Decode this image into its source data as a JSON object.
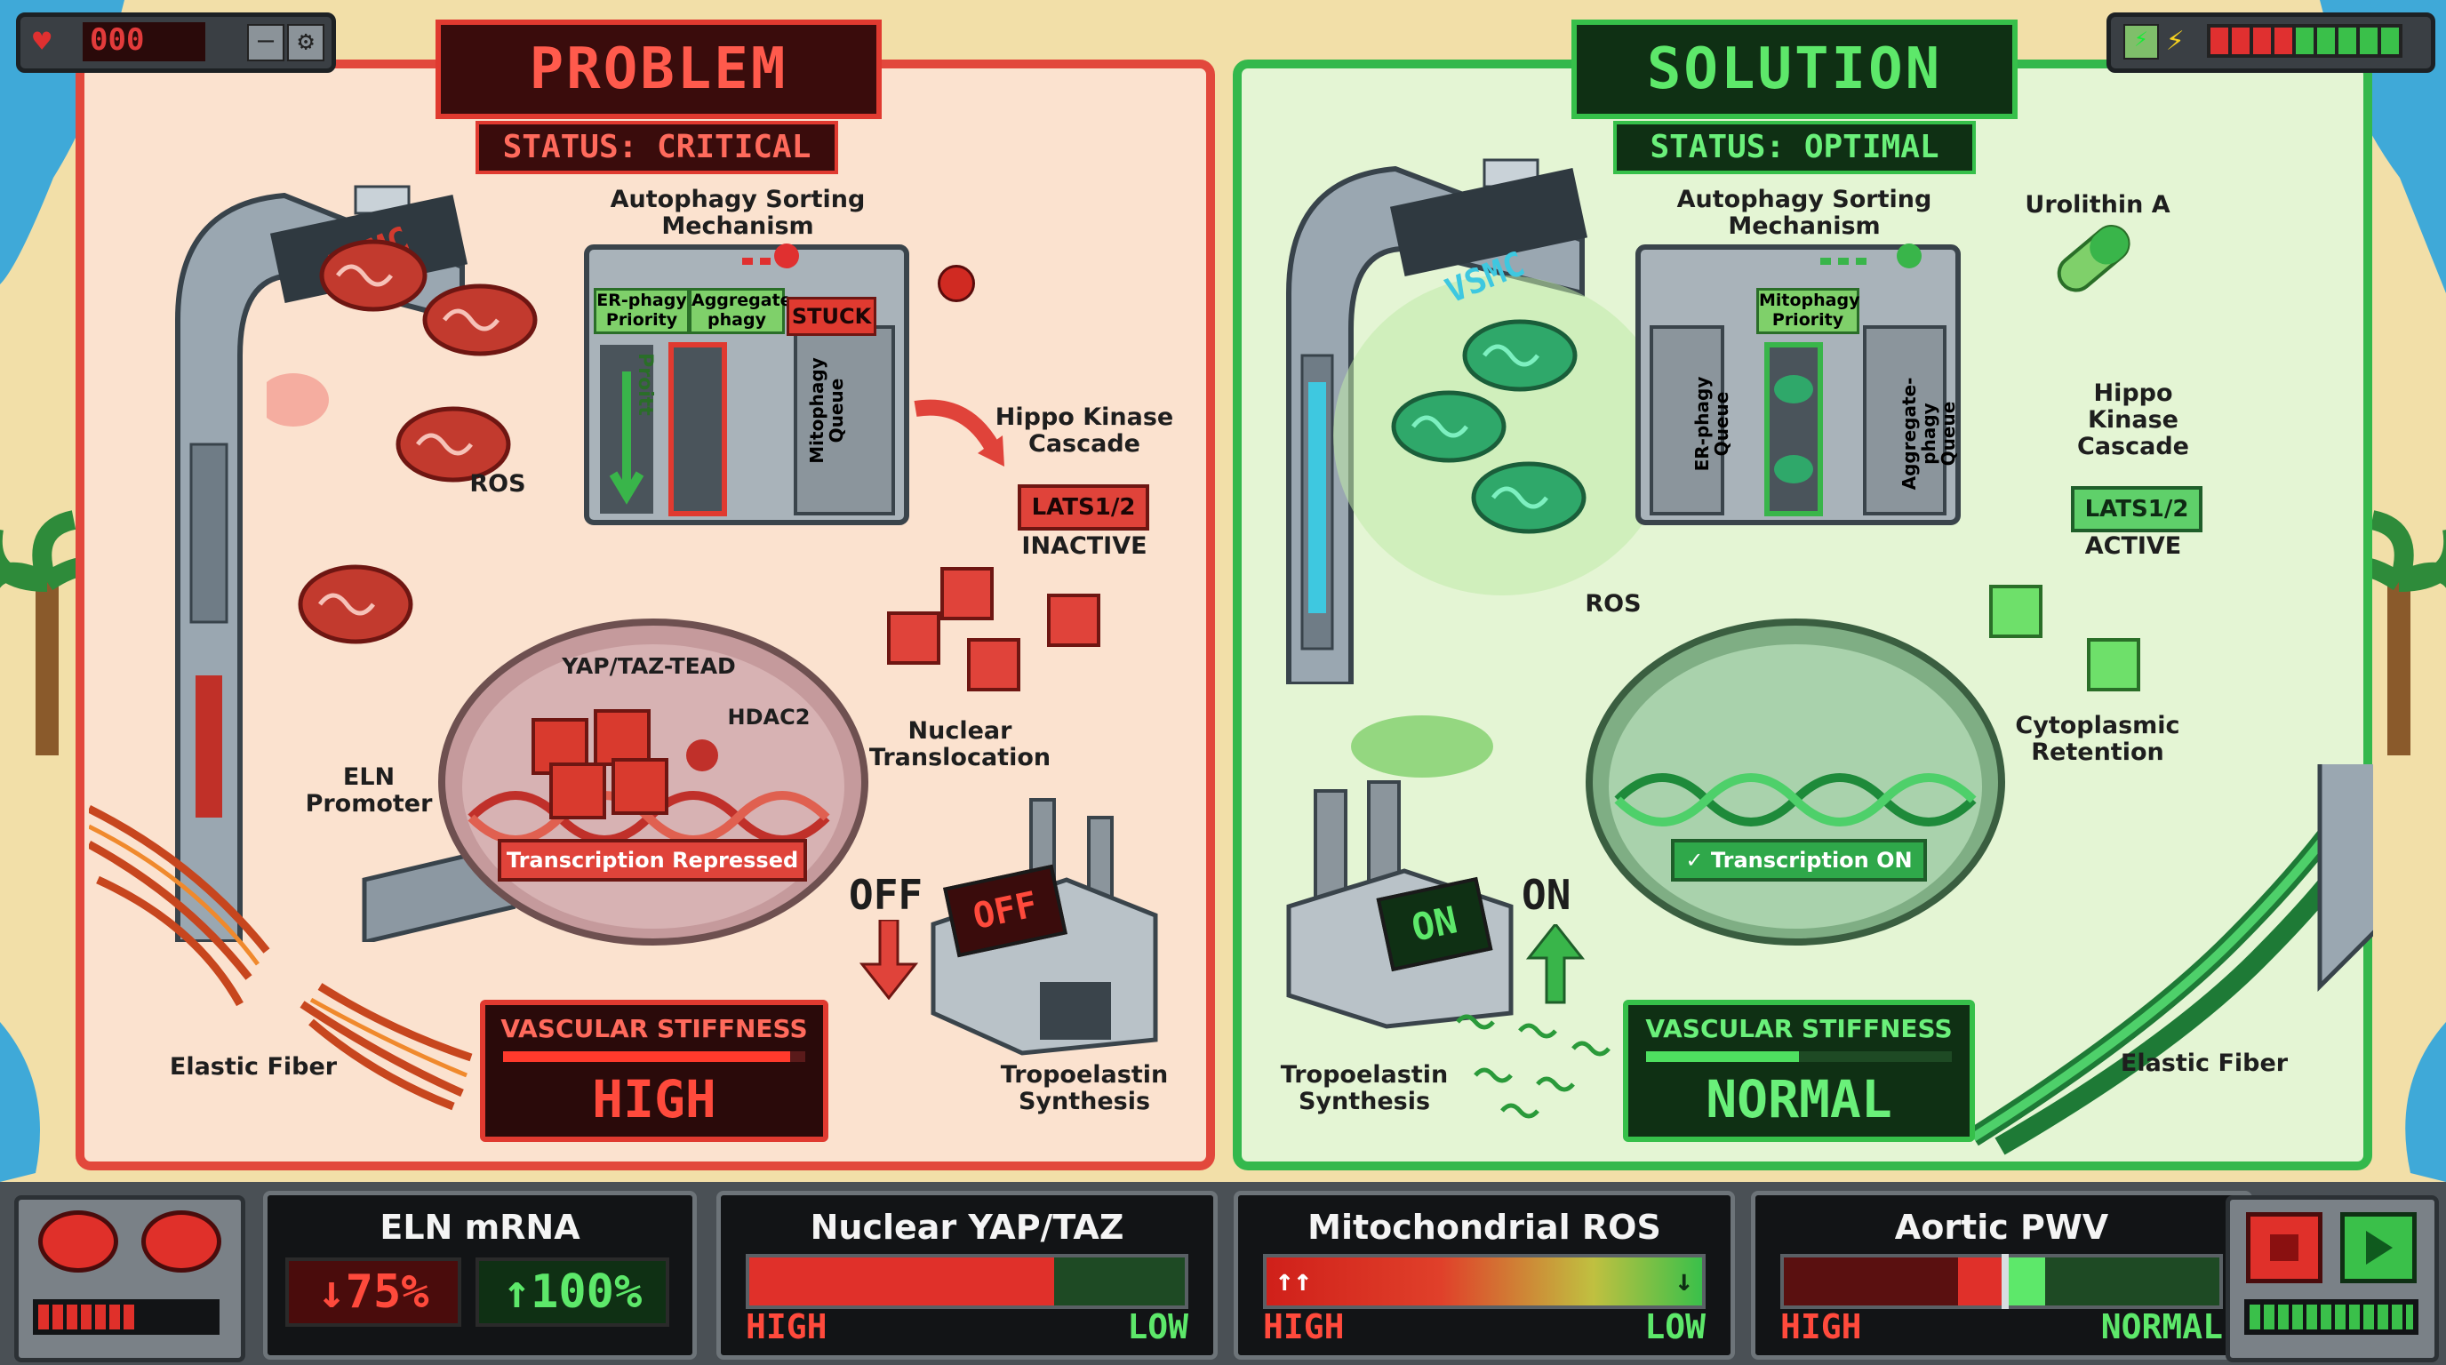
{
  "hud_top_left": {
    "counter": "000"
  },
  "problem": {
    "title": "PROBLEM",
    "status": "STATUS: CRITICAL",
    "cell_label": "VSMC",
    "autophagy_label": "Autophagy Sorting\nMechanism",
    "slots": [
      "ER-phagy\nPriority",
      "Aggregate-\nphagy",
      "STUCK"
    ],
    "conveyor_text": "Proitt",
    "mito_queue": "Mitophagy\nQueue",
    "ros": "ROS",
    "hippo": "Hippo Kinase\nCascade",
    "lats": "LATS1/2",
    "lats_state": "INACTIVE",
    "nucleus_label": "YAP/TAZ-TEAD",
    "hdac": "HDAC2",
    "nuclear_translocation": "Nuclear\nTranslocation",
    "eln_promoter": "ELN\nPromoter",
    "transcription": "Transcription Repressed",
    "off_label": "OFF",
    "factory_sign": "OFF",
    "tropo": "Tropoelastin\nSynthesis",
    "elastic": "Elastic Fiber",
    "stiffness_title": "VASCULAR STIFFNESS",
    "stiffness_value": "HIGH",
    "stiffness_level": 0.95
  },
  "solution": {
    "title": "SOLUTION",
    "status": "STATUS: OPTIMAL",
    "cell_label": "VSMC",
    "autophagy_label": "Autophagy Sorting\nMechanism",
    "urolithin": "Urolithin A",
    "slots": [
      "Mitophagy\nPriority"
    ],
    "er_queue": "ER-phagy\nQueue",
    "agg_queue": "Aggregate-phagy\nQueue",
    "ros": "ROS",
    "hippo": "Hippo\nKinase\nCascade",
    "lats": "LATS1/2",
    "lats_state": "ACTIVE",
    "cyto": "Cytoplasmic\nRetention",
    "transcription": "✓ Transcription ON",
    "on_label": "ON",
    "factory_sign": "ON",
    "tropo": "Tropoelastin\nSynthesis",
    "elastic": "Elastic Fiber",
    "stiffness_title": "VASCULAR STIFFNESS",
    "stiffness_value": "NORMAL",
    "stiffness_level": 0.5
  },
  "meters": {
    "eln": {
      "title": "ELN mRNA",
      "down": "↓75%",
      "up": "↑100%"
    },
    "yap": {
      "title": "Nuclear YAP/TAZ",
      "hi": "HIGH",
      "lo": "LOW",
      "level": 0.7
    },
    "ros": {
      "title": "Mitochondrial ROS",
      "hi": "HIGH",
      "lo": "LOW",
      "up_arrows": "↑↑",
      "down_arrow": "↓"
    },
    "pwv": {
      "title": "Aortic PWV",
      "hi": "HIGH",
      "lo": "NORMAL",
      "level": 0.5
    }
  },
  "colors": {
    "critical": "#e0322a",
    "optimal": "#2fb84a",
    "panel_red": "#fbe0cc",
    "panel_green": "#e2f5d3"
  }
}
